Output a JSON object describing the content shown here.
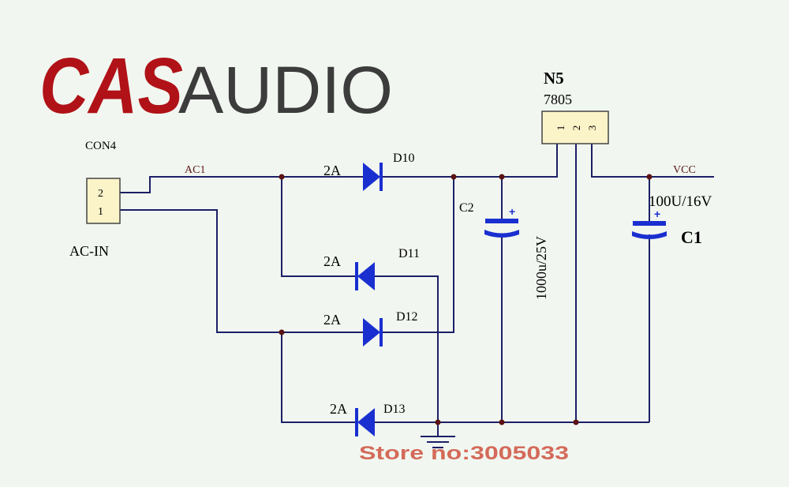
{
  "logo": {
    "brand_bold": "CAS",
    "brand_rest": "AUDIO",
    "bold_color": "#b01217",
    "rest_color": "#3c3c3c"
  },
  "colors": {
    "wire": "#1c1f66",
    "diode": "#1a2fd0",
    "component_fill": "#fbf4c9",
    "text": "#000000",
    "store": "#d46a5a"
  },
  "connector": {
    "name": "CON4",
    "label": "AC-IN",
    "pin_top": "2",
    "pin_bottom": "1"
  },
  "nets": {
    "ac1": "AC1",
    "vcc": "VCC"
  },
  "diodes": [
    {
      "ref": "D10",
      "rating": "2A"
    },
    {
      "ref": "D11",
      "rating": "2A"
    },
    {
      "ref": "D12",
      "rating": "2A"
    },
    {
      "ref": "D13",
      "rating": "2A"
    }
  ],
  "regulator": {
    "ref": "N5",
    "part": "7805",
    "pins": [
      "1",
      "2",
      "3"
    ]
  },
  "capacitors": {
    "c2": {
      "ref": "C2",
      "value": "1000u/25V"
    },
    "c1": {
      "ref": "C1",
      "value": "100U/16V"
    }
  },
  "footer": {
    "store": "Store no:3005033"
  }
}
